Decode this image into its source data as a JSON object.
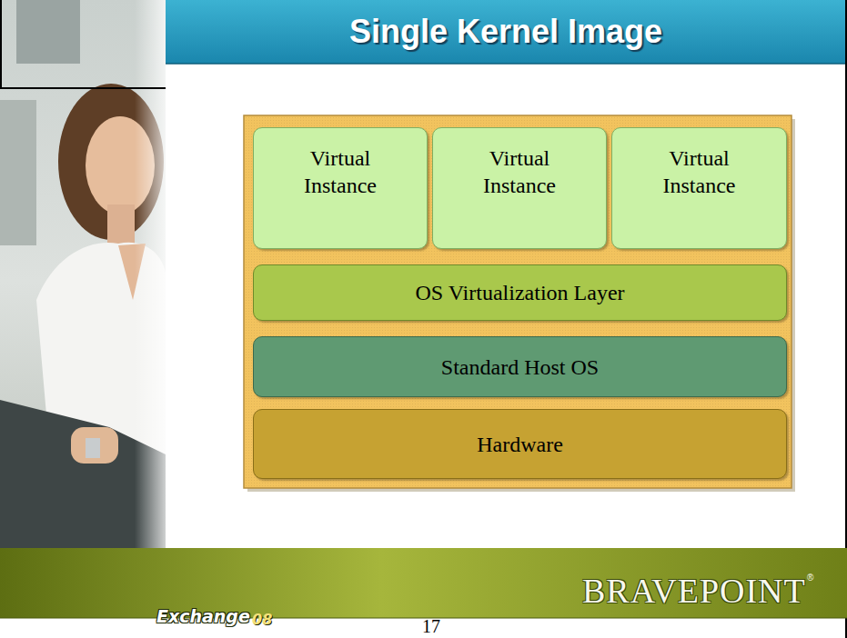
{
  "diagram": {
    "title": "Single Kernel Image",
    "nodes": [
      {
        "text": [
          "Virtual Instance"
        ]
      },
      {
        "text": [
          "Virtual Instance"
        ]
      },
      {
        "text": [
          "Virtual Instance"
        ]
      },
      {
        "text": [
          "OS Virtualization Layer"
        ]
      },
      {
        "text": [
          "Standard Host OS"
        ]
      },
      {
        "text": [
          "Hardware"
        ]
      }
    ],
    "labels": [
      "Exchange",
      "08",
      "BRAVEPOINT",
      "®",
      "17"
    ]
  }
}
